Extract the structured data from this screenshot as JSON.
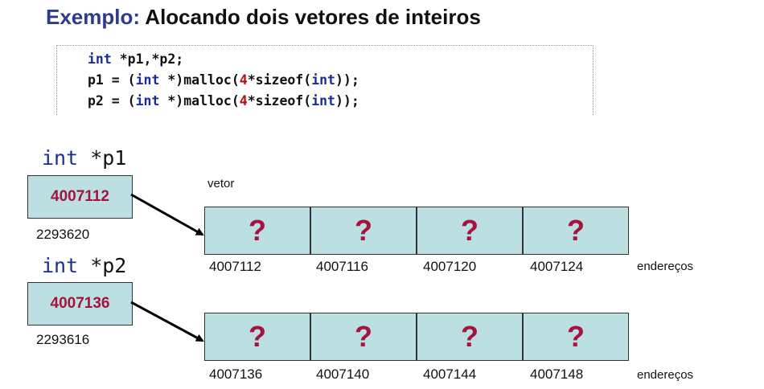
{
  "title": {
    "prefix": "Exemplo:",
    "text": " Alocando dois vetores de inteiros"
  },
  "code": {
    "line1": [
      {
        "t": "int",
        "k": "kw"
      },
      {
        "t": " *p1,*p2;",
        "k": ""
      }
    ],
    "line2": [
      {
        "t": "p1 = (",
        "k": ""
      },
      {
        "t": "int",
        "k": "kw"
      },
      {
        "t": " *)malloc(",
        "k": ""
      },
      {
        "t": "4",
        "k": "num"
      },
      {
        "t": "*sizeof(",
        "k": ""
      },
      {
        "t": "int",
        "k": "kw"
      },
      {
        "t": "));",
        "k": ""
      }
    ],
    "line3": [
      {
        "t": "p2 = (",
        "k": ""
      },
      {
        "t": "int",
        "k": "kw"
      },
      {
        "t": " *)malloc(",
        "k": ""
      },
      {
        "t": "4",
        "k": "num"
      },
      {
        "t": "*sizeof(",
        "k": ""
      },
      {
        "t": "int",
        "k": "kw"
      },
      {
        "t": "));",
        "k": ""
      }
    ]
  },
  "vector_label": "vetor",
  "addresses_label": "endereços",
  "pointers": [
    {
      "decl_type": "int",
      "decl_name": " *p1",
      "value": "4007112",
      "own_address": "2293620",
      "cells": [
        "?",
        "?",
        "?",
        "?"
      ],
      "cell_addresses": [
        "4007112",
        "4007116",
        "4007120",
        "4007124"
      ]
    },
    {
      "decl_type": "int",
      "decl_name": " *p2",
      "value": "4007136",
      "own_address": "2293616",
      "cells": [
        "?",
        "?",
        "?",
        "?"
      ],
      "cell_addresses": [
        "4007136",
        "4007140",
        "4007144",
        "4007148"
      ]
    }
  ]
}
